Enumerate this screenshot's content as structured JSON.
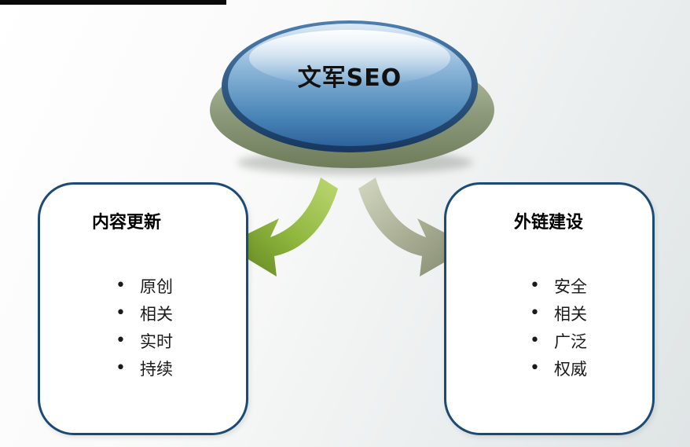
{
  "slide": {
    "title": "文军SEO"
  },
  "left_box": {
    "title": "内容更新",
    "items": [
      "原创",
      "相关",
      "实时",
      "持续"
    ]
  },
  "right_box": {
    "title": "外链建设",
    "items": [
      "安全",
      "相关",
      "广泛",
      "权威"
    ]
  },
  "icons": {
    "left_arrow": "curved-arrow-left",
    "right_arrow": "curved-arrow-right"
  },
  "colors": {
    "box_border": "#1b4a74",
    "disc_blue": "#4a86b8",
    "base_olive": "#8b997a",
    "arrow_green": "#8fb63e",
    "arrow_olive": "#a9ae94"
  }
}
